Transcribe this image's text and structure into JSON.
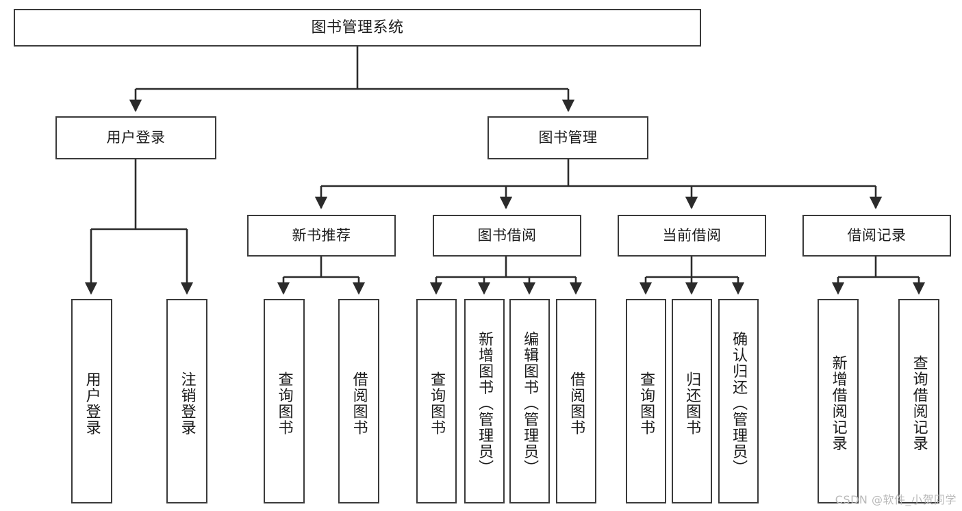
{
  "diagram": {
    "title": "图书管理系统",
    "type": "tree",
    "watermark": "CSDN @软件_小贺同学",
    "colors": {
      "box_border": "#3a3a3a",
      "box_fill": "#ffffff",
      "connector": "#2b2b2b",
      "text": "#1c1c1c",
      "watermark": "#b9b9b9",
      "background": "#ffffff"
    },
    "levels": {
      "level0": "系统",
      "level1": "模块",
      "level2": "子模块",
      "level3": "功能"
    },
    "nodes": {
      "root": {
        "id": "root",
        "label": "图书管理系统",
        "orientation": "horizontal"
      },
      "user_login": {
        "id": "user_login",
        "label": "用户登录",
        "orientation": "horizontal"
      },
      "book_manage": {
        "id": "book_manage",
        "label": "图书管理",
        "orientation": "horizontal"
      },
      "new_book_rec": {
        "id": "new_book_rec",
        "label": "新书推荐",
        "orientation": "horizontal"
      },
      "book_borrow": {
        "id": "book_borrow",
        "label": "图书借阅",
        "orientation": "horizontal"
      },
      "current_borrow": {
        "id": "current_borrow",
        "label": "当前借阅",
        "orientation": "horizontal"
      },
      "borrow_record": {
        "id": "borrow_record",
        "label": "借阅记录",
        "orientation": "horizontal"
      },
      "leaf_user_login": {
        "id": "leaf_user_login",
        "label": "用户登录",
        "orientation": "vertical"
      },
      "leaf_logout": {
        "id": "leaf_logout",
        "label": "注销登录",
        "orientation": "vertical"
      },
      "leaf_query_book_1": {
        "id": "leaf_query_book_1",
        "label": "查询图书",
        "orientation": "vertical"
      },
      "leaf_borrow_book_1": {
        "id": "leaf_borrow_book_1",
        "label": "借阅图书",
        "orientation": "vertical"
      },
      "leaf_query_book_2": {
        "id": "leaf_query_book_2",
        "label": "查询图书",
        "orientation": "vertical"
      },
      "leaf_add_book": {
        "id": "leaf_add_book",
        "label": "新增图书（管理员）",
        "orientation": "vertical"
      },
      "leaf_edit_book": {
        "id": "leaf_edit_book",
        "label": "编辑图书（管理员）",
        "orientation": "vertical"
      },
      "leaf_borrow_book_2": {
        "id": "leaf_borrow_book_2",
        "label": "借阅图书",
        "orientation": "vertical"
      },
      "leaf_query_book_3": {
        "id": "leaf_query_book_3",
        "label": "查询图书",
        "orientation": "vertical"
      },
      "leaf_return_book": {
        "id": "leaf_return_book",
        "label": "归还图书",
        "orientation": "vertical"
      },
      "leaf_confirm_return": {
        "id": "leaf_confirm_return",
        "label": "确认归还（管理员）",
        "orientation": "vertical"
      },
      "leaf_add_record": {
        "id": "leaf_add_record",
        "label": "新增借阅记录",
        "orientation": "vertical"
      },
      "leaf_query_record": {
        "id": "leaf_query_record",
        "label": "查询借阅记录",
        "orientation": "vertical"
      }
    },
    "edges": [
      {
        "from": "root",
        "to": "user_login"
      },
      {
        "from": "root",
        "to": "book_manage"
      },
      {
        "from": "user_login",
        "to": "leaf_user_login"
      },
      {
        "from": "user_login",
        "to": "leaf_logout"
      },
      {
        "from": "book_manage",
        "to": "new_book_rec"
      },
      {
        "from": "book_manage",
        "to": "book_borrow"
      },
      {
        "from": "book_manage",
        "to": "current_borrow"
      },
      {
        "from": "book_manage",
        "to": "borrow_record"
      },
      {
        "from": "new_book_rec",
        "to": "leaf_query_book_1"
      },
      {
        "from": "new_book_rec",
        "to": "leaf_borrow_book_1"
      },
      {
        "from": "book_borrow",
        "to": "leaf_query_book_2"
      },
      {
        "from": "book_borrow",
        "to": "leaf_add_book"
      },
      {
        "from": "book_borrow",
        "to": "leaf_edit_book"
      },
      {
        "from": "book_borrow",
        "to": "leaf_borrow_book_2"
      },
      {
        "from": "current_borrow",
        "to": "leaf_query_book_3"
      },
      {
        "from": "current_borrow",
        "to": "leaf_return_book"
      },
      {
        "from": "current_borrow",
        "to": "leaf_confirm_return"
      },
      {
        "from": "borrow_record",
        "to": "leaf_add_record"
      },
      {
        "from": "borrow_record",
        "to": "leaf_query_record"
      }
    ]
  }
}
